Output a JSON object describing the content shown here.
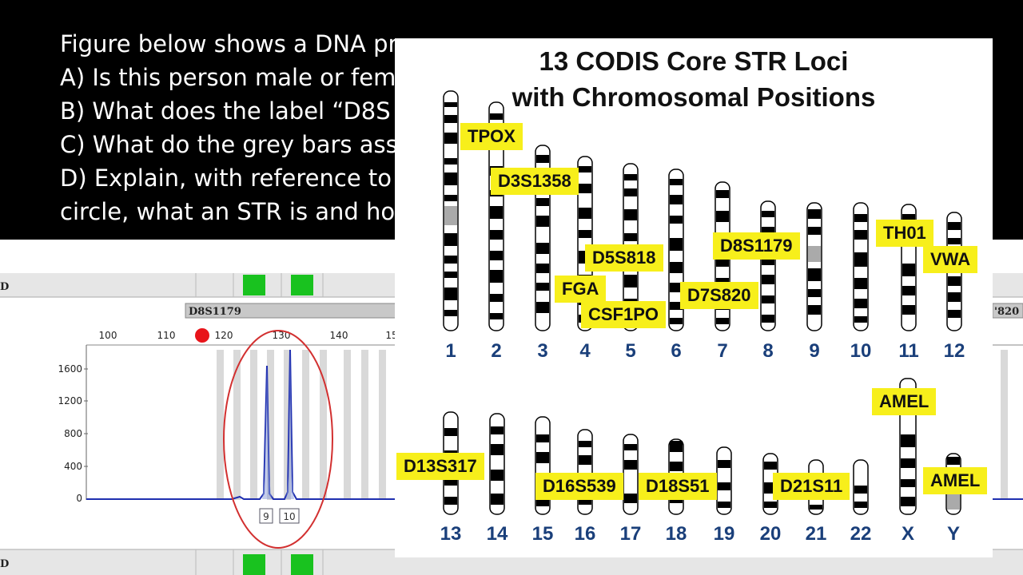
{
  "question": {
    "line1": "Figure below shows a DNA pr",
    "line2": "A) Is this person male or fem",
    "line3": "B) What does the label “D8S",
    "line4": "C) What do the grey bars ass",
    "line5": "D) Explain, with reference to",
    "line6": "circle, what an STR is and ho"
  },
  "electropherogram": {
    "locus_label": "D8S1179",
    "right_locus_label": "'820",
    "x_ticks": [
      "100",
      "110",
      "120",
      "130",
      "140",
      "15"
    ],
    "y_ticks": [
      "1600",
      "1200",
      "800",
      "400",
      "0"
    ],
    "allele_labels": [
      "9",
      "10"
    ],
    "side_letter_top": "D",
    "side_letter_bottom": "D",
    "colors": {
      "trace": "#1f2fb0",
      "circle": "#d23030",
      "marker": "#e8141a",
      "green": "#19c21f",
      "grey_bar": "#d9d9d9"
    }
  },
  "codis": {
    "title_line1": "13 CODIS Core STR Loci",
    "title_line2": "with Chromosomal Positions",
    "loci": [
      "TPOX",
      "D3S1358",
      "D5S818",
      "FGA",
      "CSF1PO",
      "D7S820",
      "D8S1179",
      "TH01",
      "VWA",
      "AMEL",
      "D13S317",
      "D16S539",
      "D18S51",
      "D21S11",
      "AMEL"
    ],
    "chromosomes_row1": [
      "1",
      "2",
      "3",
      "4",
      "5",
      "6",
      "7",
      "8",
      "9",
      "10",
      "11",
      "12"
    ],
    "chromosomes_row2": [
      "13",
      "14",
      "15",
      "16",
      "17",
      "18",
      "19",
      "20",
      "21",
      "22",
      "X",
      "Y"
    ],
    "colors": {
      "label_bg": "#f7ef1b",
      "number": "#1a3f7a"
    }
  }
}
